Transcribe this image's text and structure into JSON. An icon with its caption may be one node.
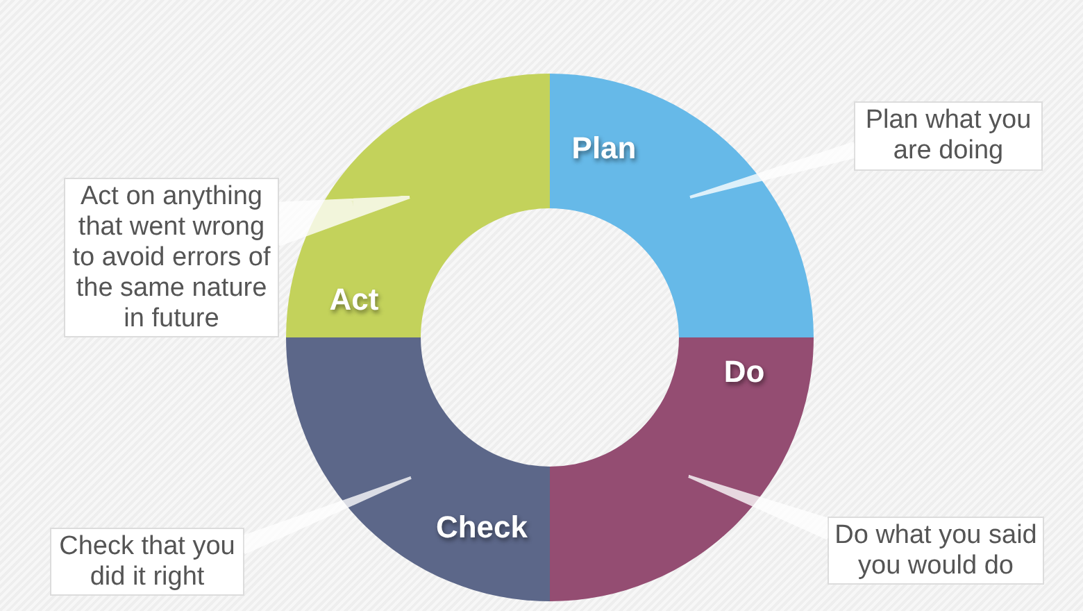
{
  "diagram": {
    "nodes": [
      {
        "text": [
          "Plan"
        ]
      },
      {
        "text": [
          "Do"
        ]
      },
      {
        "text": [
          "Check"
        ]
      },
      {
        "text": [
          "Act"
        ]
      },
      {
        "text": [
          "Plan what you are doing"
        ]
      },
      {
        "text": [
          "Do what you said you would do"
        ]
      },
      {
        "text": [
          "Check that you did it right"
        ]
      },
      {
        "text": [
          "Act on anything that went wrong to avoid errors of the same nature in future"
        ]
      }
    ],
    "edges": [
      {
        "from": 4,
        "to": 0,
        "arrow": "none"
      },
      {
        "from": 5,
        "to": 1,
        "arrow": "none"
      },
      {
        "from": 6,
        "to": 2,
        "arrow": "none"
      },
      {
        "from": 7,
        "to": 3,
        "arrow": "none"
      }
    ]
  }
}
